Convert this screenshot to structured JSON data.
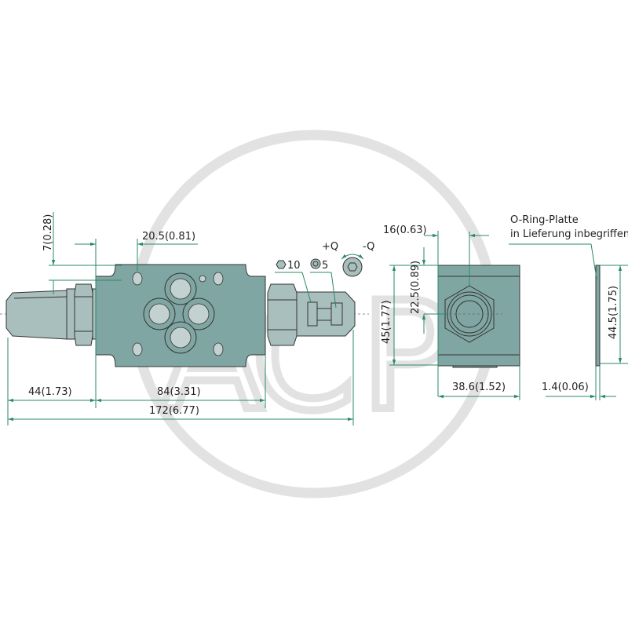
{
  "watermark": {
    "letters": [
      "A",
      "C",
      "P"
    ]
  },
  "main_view": {
    "dimensions": {
      "top_offset": "7(0.28)",
      "hole_offset": "20.5(0.81)",
      "left_length": "44(1.73)",
      "body_length": "84(3.31)",
      "total_length": "172(6.77)"
    },
    "wrench_labels": {
      "hex": "10",
      "ring": "5"
    },
    "adjust_labels": {
      "plus": "+Q",
      "minus": "-Q"
    }
  },
  "side_view": {
    "dimensions": {
      "port_offset": "16(0.63)",
      "port_height": "22.5(0.89)",
      "height": "45(1.77)",
      "width": "38.6(1.52)"
    }
  },
  "plate_view": {
    "note_line1": "O-Ring-Platte",
    "note_line2": "in Lieferung inbegriffen",
    "dimensions": {
      "height": "44.5(1.75)",
      "thickness": "1.4(0.06)"
    }
  }
}
